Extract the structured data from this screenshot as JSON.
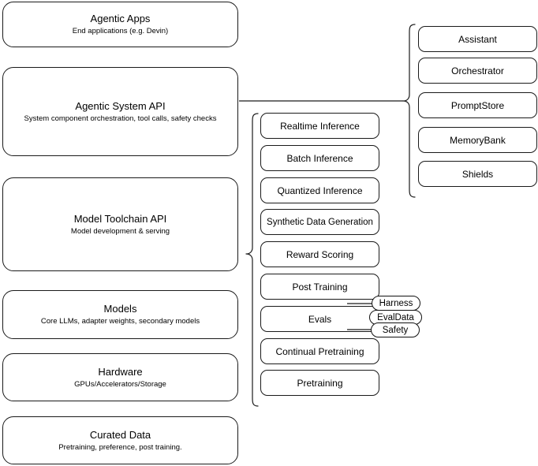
{
  "diagram": {
    "title": "AI Stack Layers Diagram",
    "stroke_color": "#1a1a1a",
    "background_color": "#ffffff"
  },
  "stack_layers": [
    {
      "name": "agentic-apps",
      "title": "Agentic Apps",
      "subtitle": "End applications (e.g. Devin)"
    },
    {
      "name": "agentic-system-api",
      "title": "Agentic System API",
      "subtitle": "System component orchestration, tool calls, safety checks"
    },
    {
      "name": "model-toolchain-api",
      "title": "Model Toolchain API",
      "subtitle": "Model development & serving"
    },
    {
      "name": "models",
      "title": "Models",
      "subtitle": "Core LLMs, adapter weights, secondary models"
    },
    {
      "name": "hardware",
      "title": "Hardware",
      "subtitle": "GPUs/Accelerators/Storage"
    },
    {
      "name": "curated-data",
      "title": "Curated Data",
      "subtitle": "Pretraining, preference, post training."
    }
  ],
  "toolchain_items": [
    {
      "name": "realtime-inference",
      "label": "Realtime Inference"
    },
    {
      "name": "batch-inference",
      "label": "Batch Inference"
    },
    {
      "name": "quantized-inference",
      "label": "Quantized Inference"
    },
    {
      "name": "synthetic-data-generation",
      "label": "Synthetic Data Generation"
    },
    {
      "name": "reward-scoring",
      "label": "Reward Scoring"
    },
    {
      "name": "post-training",
      "label": "Post Training"
    },
    {
      "name": "evals",
      "label": "Evals"
    },
    {
      "name": "continual-pretraining",
      "label": "Continual Pretraining"
    },
    {
      "name": "pretraining",
      "label": "Pretraining"
    }
  ],
  "eval_badges": [
    {
      "name": "harness",
      "label": "Harness"
    },
    {
      "name": "evaldata",
      "label": "EvalData"
    },
    {
      "name": "safety",
      "label": "Safety"
    }
  ],
  "system_items": [
    {
      "name": "assistant",
      "label": "Assistant"
    },
    {
      "name": "orchestrator",
      "label": "Orchestrator"
    },
    {
      "name": "promptstore",
      "label": "PromptStore"
    },
    {
      "name": "memorybank",
      "label": "MemoryBank"
    },
    {
      "name": "shields",
      "label": "Shields"
    }
  ]
}
